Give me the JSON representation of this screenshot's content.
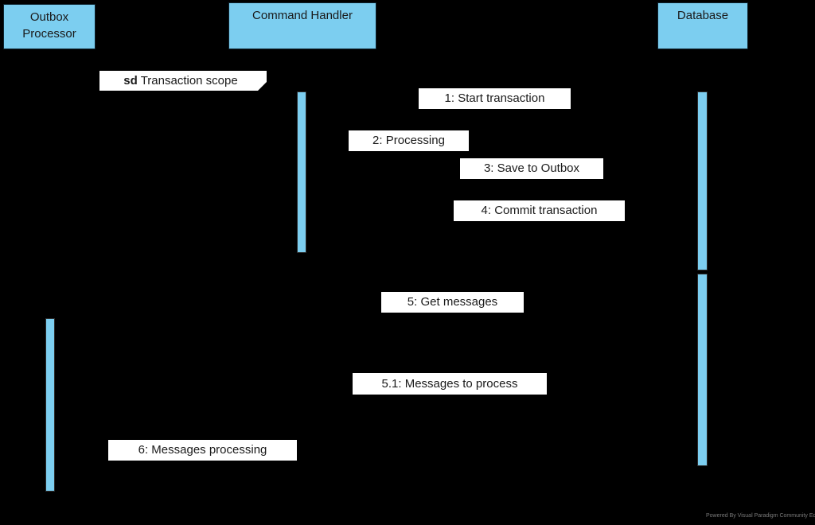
{
  "diagram": {
    "kind": "uml-sequence-diagram",
    "actors": [
      {
        "name": "Outbox Processor"
      },
      {
        "name": "Command Handler"
      },
      {
        "name": "Database"
      }
    ],
    "fragment": {
      "operator": "sd",
      "title": "Transaction scope"
    },
    "messages": [
      {
        "label": "1: Start transaction"
      },
      {
        "label": "2: Processing"
      },
      {
        "label": "3: Save to Outbox"
      },
      {
        "label": "4: Commit transaction"
      },
      {
        "label": "5: Get messages"
      },
      {
        "label": "5.1: Messages to process"
      },
      {
        "label": "6: Messages processing"
      }
    ],
    "colors": {
      "background": "#000000",
      "actor_fill": "#7CCEF0",
      "bar_fill": "#7CCEF0",
      "label_bg": "#FFFFFF",
      "diagram_text": "#1A1A1A",
      "watermark_text": "#7A7A7A",
      "watermark_logo": "#C13538"
    },
    "watermark": {
      "text": "Powered By Visual Paradigm Community Edition",
      "logo": "visual-paradigm-logo"
    }
  }
}
